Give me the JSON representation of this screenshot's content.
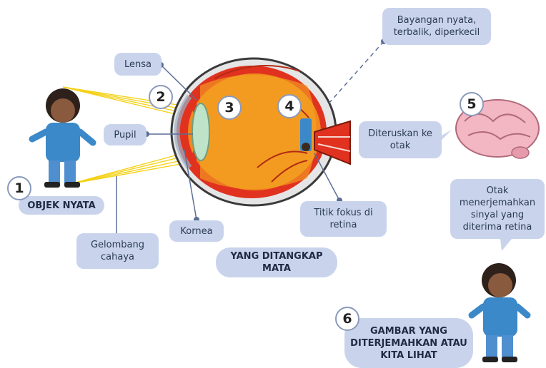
{
  "labels": {
    "lensa": "Lensa",
    "pupil": "Pupil",
    "kornea": "Kornea",
    "gelombang": "Gelombang cahaya",
    "bayangan": "Bayangan nyata, terbalik, diperkecil",
    "diteruskan": "Diteruskan ke otak",
    "titik_fokus": "Titik fokus di retina",
    "otak": "Otak menerjemahkan sinyal yang diterima retina",
    "objek": "OBJEK NYATA",
    "ditangkap": "YANG DITANGKAP MATA",
    "gambar": "GAMBAR YANG DITERJEMAHKAN ATAU KITA LIHAT"
  },
  "numbers": [
    "1",
    "2",
    "3",
    "4",
    "5",
    "6"
  ],
  "colors": {
    "label_bg": "#c9d4ec",
    "connector": "#5b6f96",
    "light_ray": "#f4d21c",
    "eye_red": "#e0321f",
    "sclera": "#ffffff",
    "lens": "#bfe3c9",
    "brain": "#f3b6c3"
  }
}
